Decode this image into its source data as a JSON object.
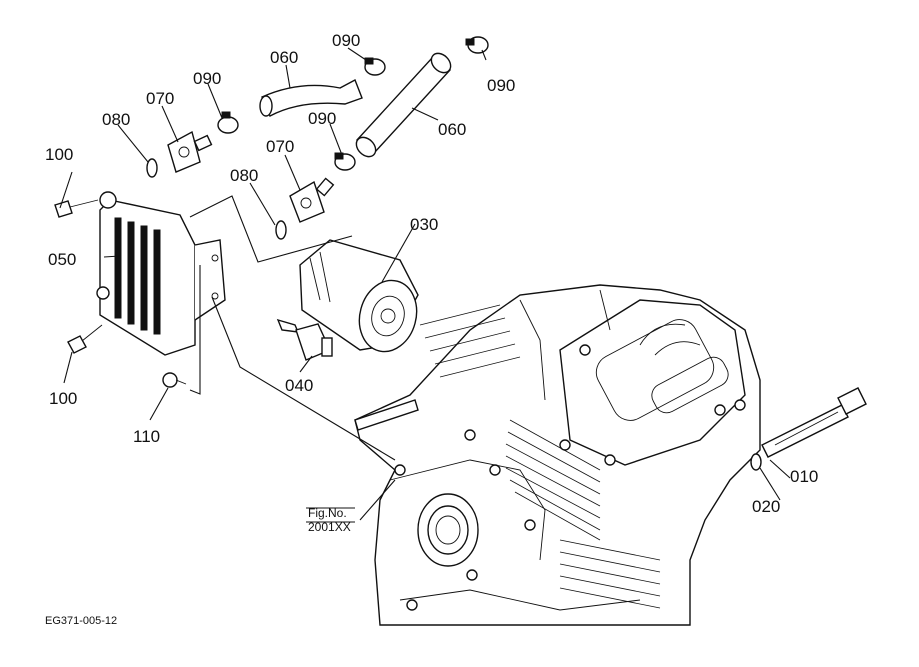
{
  "diagram": {
    "callouts": {
      "c010": "010",
      "c020": "020",
      "c030": "030",
      "c040": "040",
      "c050": "050",
      "c060a": "060",
      "c060b": "060",
      "c070a": "070",
      "c070b": "070",
      "c080a": "080",
      "c080b": "080",
      "c090a": "090",
      "c090b": "090",
      "c090c": "090",
      "c090d": "090",
      "c100a": "100",
      "c100b": "100",
      "c110": "110"
    },
    "fig_ref": {
      "line1": "Fig.No.",
      "line2": "2001XX"
    },
    "footer_code": "EG371-005-12"
  }
}
